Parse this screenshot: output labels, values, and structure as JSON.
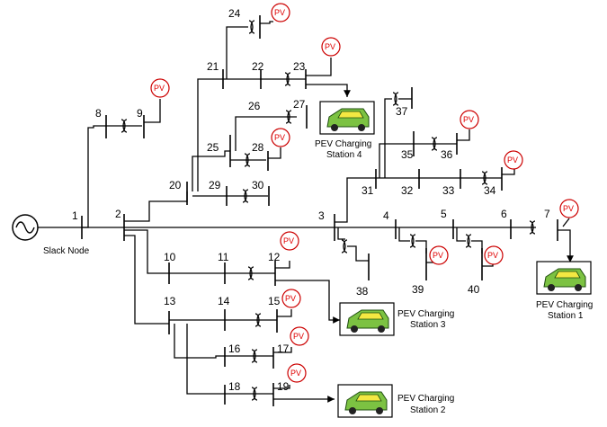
{
  "diagram": {
    "source_label": "Slack Node",
    "buses": [
      "1",
      "2",
      "3",
      "4",
      "5",
      "6",
      "7",
      "8",
      "9",
      "10",
      "11",
      "12",
      "13",
      "14",
      "15",
      "16",
      "17",
      "18",
      "19",
      "20",
      "21",
      "22",
      "23",
      "24",
      "25",
      "26",
      "27",
      "28",
      "29",
      "30",
      "31",
      "32",
      "33",
      "34",
      "35",
      "36",
      "37",
      "38",
      "39",
      "40"
    ],
    "pv_label": "PV",
    "stations": [
      {
        "line1": "PEV Charging",
        "line2": "Station 1"
      },
      {
        "line1": "PEV Charging",
        "line2": "Station 2"
      },
      {
        "line1": "PEV Charging",
        "line2": "Station 3"
      },
      {
        "line1": "PEV Charging",
        "line2": "Station 4"
      }
    ]
  }
}
